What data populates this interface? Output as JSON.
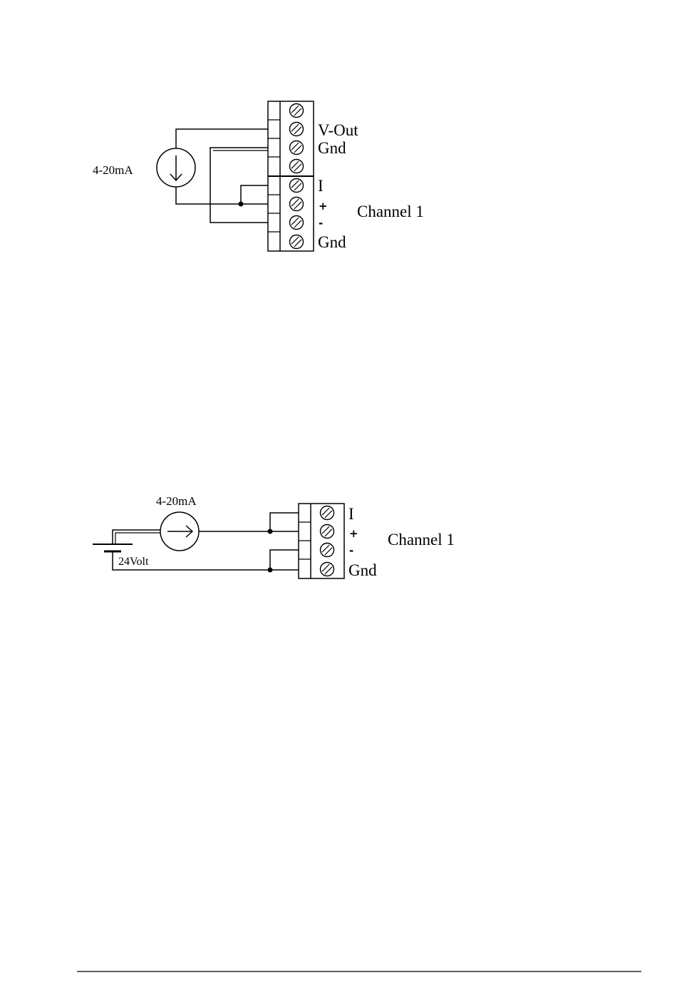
{
  "diagram1": {
    "source_label": "4-20mA",
    "terminal_labels": [
      "V-Out",
      "Gnd",
      "I",
      "+",
      "-",
      "Gnd"
    ],
    "channel_label": "Channel 1"
  },
  "diagram2": {
    "source_label": "4-20mA",
    "battery_label": "24Volt",
    "terminal_labels": [
      "I",
      "+",
      "-",
      "Gnd"
    ],
    "channel_label": "Channel 1"
  }
}
